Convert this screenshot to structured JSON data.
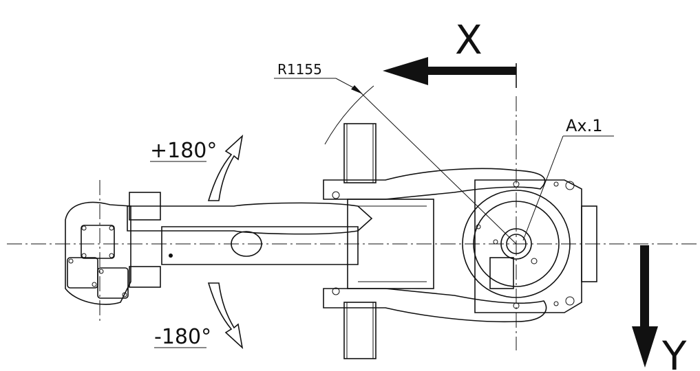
{
  "axes": {
    "x_label": "X",
    "y_label": "Y"
  },
  "labels": {
    "radius": "R1155",
    "axis": "Ax.1",
    "rotation_positive": "+180°",
    "rotation_negative": "-180°"
  },
  "colors": {
    "line": "#111111",
    "background": "#ffffff"
  }
}
